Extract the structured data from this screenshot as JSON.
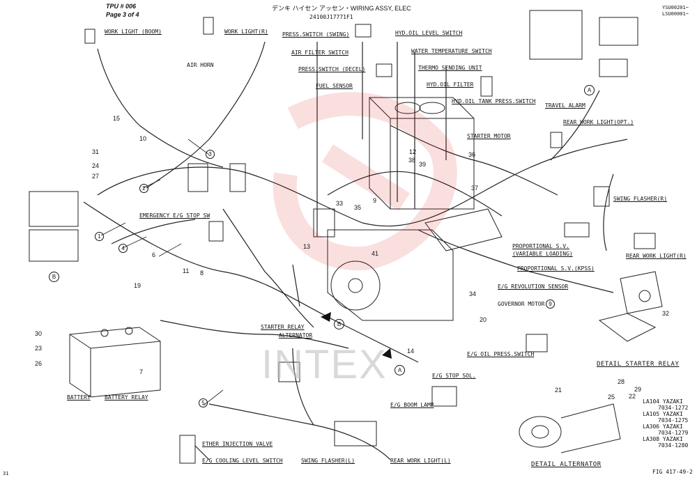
{
  "header": {
    "tpu": "TPU # 006",
    "page": "Page 3 of 4",
    "title": "デンキ ハイセン アッセン・WIRING ASSY, ELEC",
    "part_number": "24100J17771F1",
    "serial_top": "YSU00201~",
    "serial_bottom": "LSU00001~"
  },
  "component_labels": {
    "work_light_boom": "WORK LIGHT (BOOM)",
    "work_light_r": "WORK LIGHT(R)",
    "air_horn": "AIR HORN",
    "press_switch_swing": "PRESS.SWITCH (SWING)",
    "air_filter_switch": "AIR FILTER SWITCH",
    "press_switch_decel": "PRESS.SWITCH (DECEL)",
    "fuel_sensor": "FUEL SENSOR",
    "hyd_oil_level_switch": "HYD.OIL LEVEL SWITCH",
    "water_temperature_switch": "WATER TEMPERATURE SWITCH",
    "thermo_sending_unit": "THERMO SENDING UNIT",
    "hyd_oil_filter": "HYD.OIL FILTER",
    "hyd_oil_tank_press_switch": "HYD.OIL TANK PRESS.SWITCH",
    "travel_alarm": "TRAVEL ALARM",
    "rear_work_light_opt": "REAR WORK LIGHT(OPT.)",
    "starter_motor": "STARTER MOTOR",
    "swing_flasher_r": "SWING FLASHER(R)",
    "emergency_eg_stop_sw": "EMERGENCY E/G STOP SW",
    "proportional_sv_variable": "PROPORTIONAL S.V.",
    "proportional_sv_variable_sub": "(VARIABLE LOADING)",
    "rear_work_light_r": "REAR WORK LIGHT(R)",
    "proportional_sv_kpss": "PROPORTIONAL S.V.(KPSS)",
    "eg_revolution_sensor": "E/G REVOLUTION SENSOR",
    "governor_motor": "GOVERNOR MOTOR",
    "starter_relay": "STARTER RELAY",
    "alternator": "ALTERNATOR",
    "eg_oil_press_switch": "E/G OIL PRESS.SWITCH",
    "battery": "BATTERY",
    "battery_relay": "BATTERY RELAY",
    "eg_stop_sol": "E/G STOP SOL.",
    "eg_boom_lamp": "E/G BOOM LAMP",
    "ether_injection_valve": "ETHER INJECTION VALVE",
    "eg_cooling_level_switch": "E/G COOLING LEVEL SWITCH",
    "swing_flasher_l": "SWING FLASHER(L)",
    "rear_work_light_l": "REAR WORK LIGHT(L)"
  },
  "details": {
    "starter_relay": "DETAIL STARTER RELAY",
    "alternator": "DETAIL ALTERNATOR"
  },
  "wire_codes": [
    {
      "code": "LA104 YAZAKI",
      "part": "7034-1272"
    },
    {
      "code": "LA105 YAZAKI",
      "part": "7034-1275"
    },
    {
      "code": "LA306 YAZAKI",
      "part": "7034-1279"
    },
    {
      "code": "LA308 YAZAKI",
      "part": "7034-1280"
    }
  ],
  "connectors": {
    "a": "A",
    "b": "B",
    "a_arrow": "A",
    "b_arrow": "B"
  },
  "callouts": [
    "1",
    "2",
    "3",
    "4",
    "5",
    "6",
    "7",
    "8",
    "9",
    "10",
    "11",
    "12",
    "13",
    "14",
    "15",
    "19",
    "20",
    "21",
    "22",
    "23",
    "24",
    "25",
    "26",
    "27",
    "28",
    "29",
    "30",
    "31",
    "32",
    "33",
    "34",
    "35",
    "36",
    "37",
    "38",
    "39",
    "41"
  ],
  "footer": {
    "left": "31",
    "fig": "FIG 417-49-2"
  },
  "watermark": "INTEX"
}
